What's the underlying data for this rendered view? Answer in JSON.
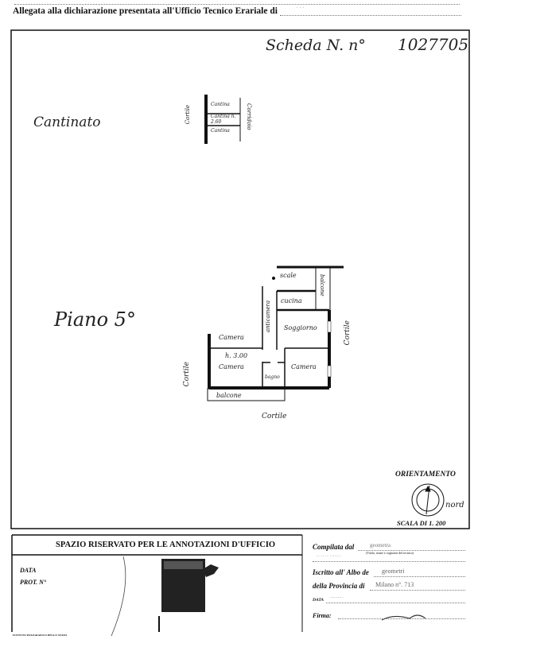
{
  "header": {
    "attached_label": "Allegata alla dichiarazione presentata all'Ufficio Tecnico Erariale di",
    "attached_value": "· · ·"
  },
  "sheet": {
    "scheda_label": "Schedа  N. n°",
    "scheda_number": "1027705"
  },
  "basement": {
    "title": "Cantinato",
    "rooms": [
      "Cantina",
      "Cantina h. 2.60",
      "Cantina"
    ],
    "left_label": "Cortile",
    "right_label": "Corridoio"
  },
  "floor": {
    "title": "Piano 5°",
    "labels": {
      "scale": "scale",
      "balcone_top": "balcone",
      "cucina": "cucina",
      "anticamera": "anticamera",
      "soggiorno": "Soggiorno",
      "camera_top": "Camera",
      "height": "h. 3.00",
      "camera_left": "Camera",
      "bagno": "bagno",
      "camera_right": "Camera",
      "balcone_bottom": "balcone",
      "cortile_left": "Cortile",
      "cortile_right": "Cortile",
      "cortile_bottom": "Cortile"
    }
  },
  "orientation": {
    "title": "ORIENTAMENTO",
    "north": "nord",
    "scale": "SCALA DI 1. 200"
  },
  "office_box": {
    "title": "SPAZIO RISERVATO PER LE ANNOTAZIONI D'UFFICIO",
    "data_label": "DATA",
    "prot_label": "PROT. N°",
    "footer": "ISTITUTO POLIGRAFICO DELLO STATO"
  },
  "compiler": {
    "compiled_label": "Compilata dal",
    "compiled_value": "geometra",
    "compiled_hint": "(Titolo, nome e cognome del tecnico)",
    "name_value": "·· ·· ·· ·······",
    "albo_label": "Iscritto all' Albo de",
    "albo_value": "geometri",
    "province_label": "della Provincia di",
    "province_value": "Milano n°. 713",
    "date_label": "DATA",
    "date_value": "·······",
    "signature_label": "Firma:"
  }
}
